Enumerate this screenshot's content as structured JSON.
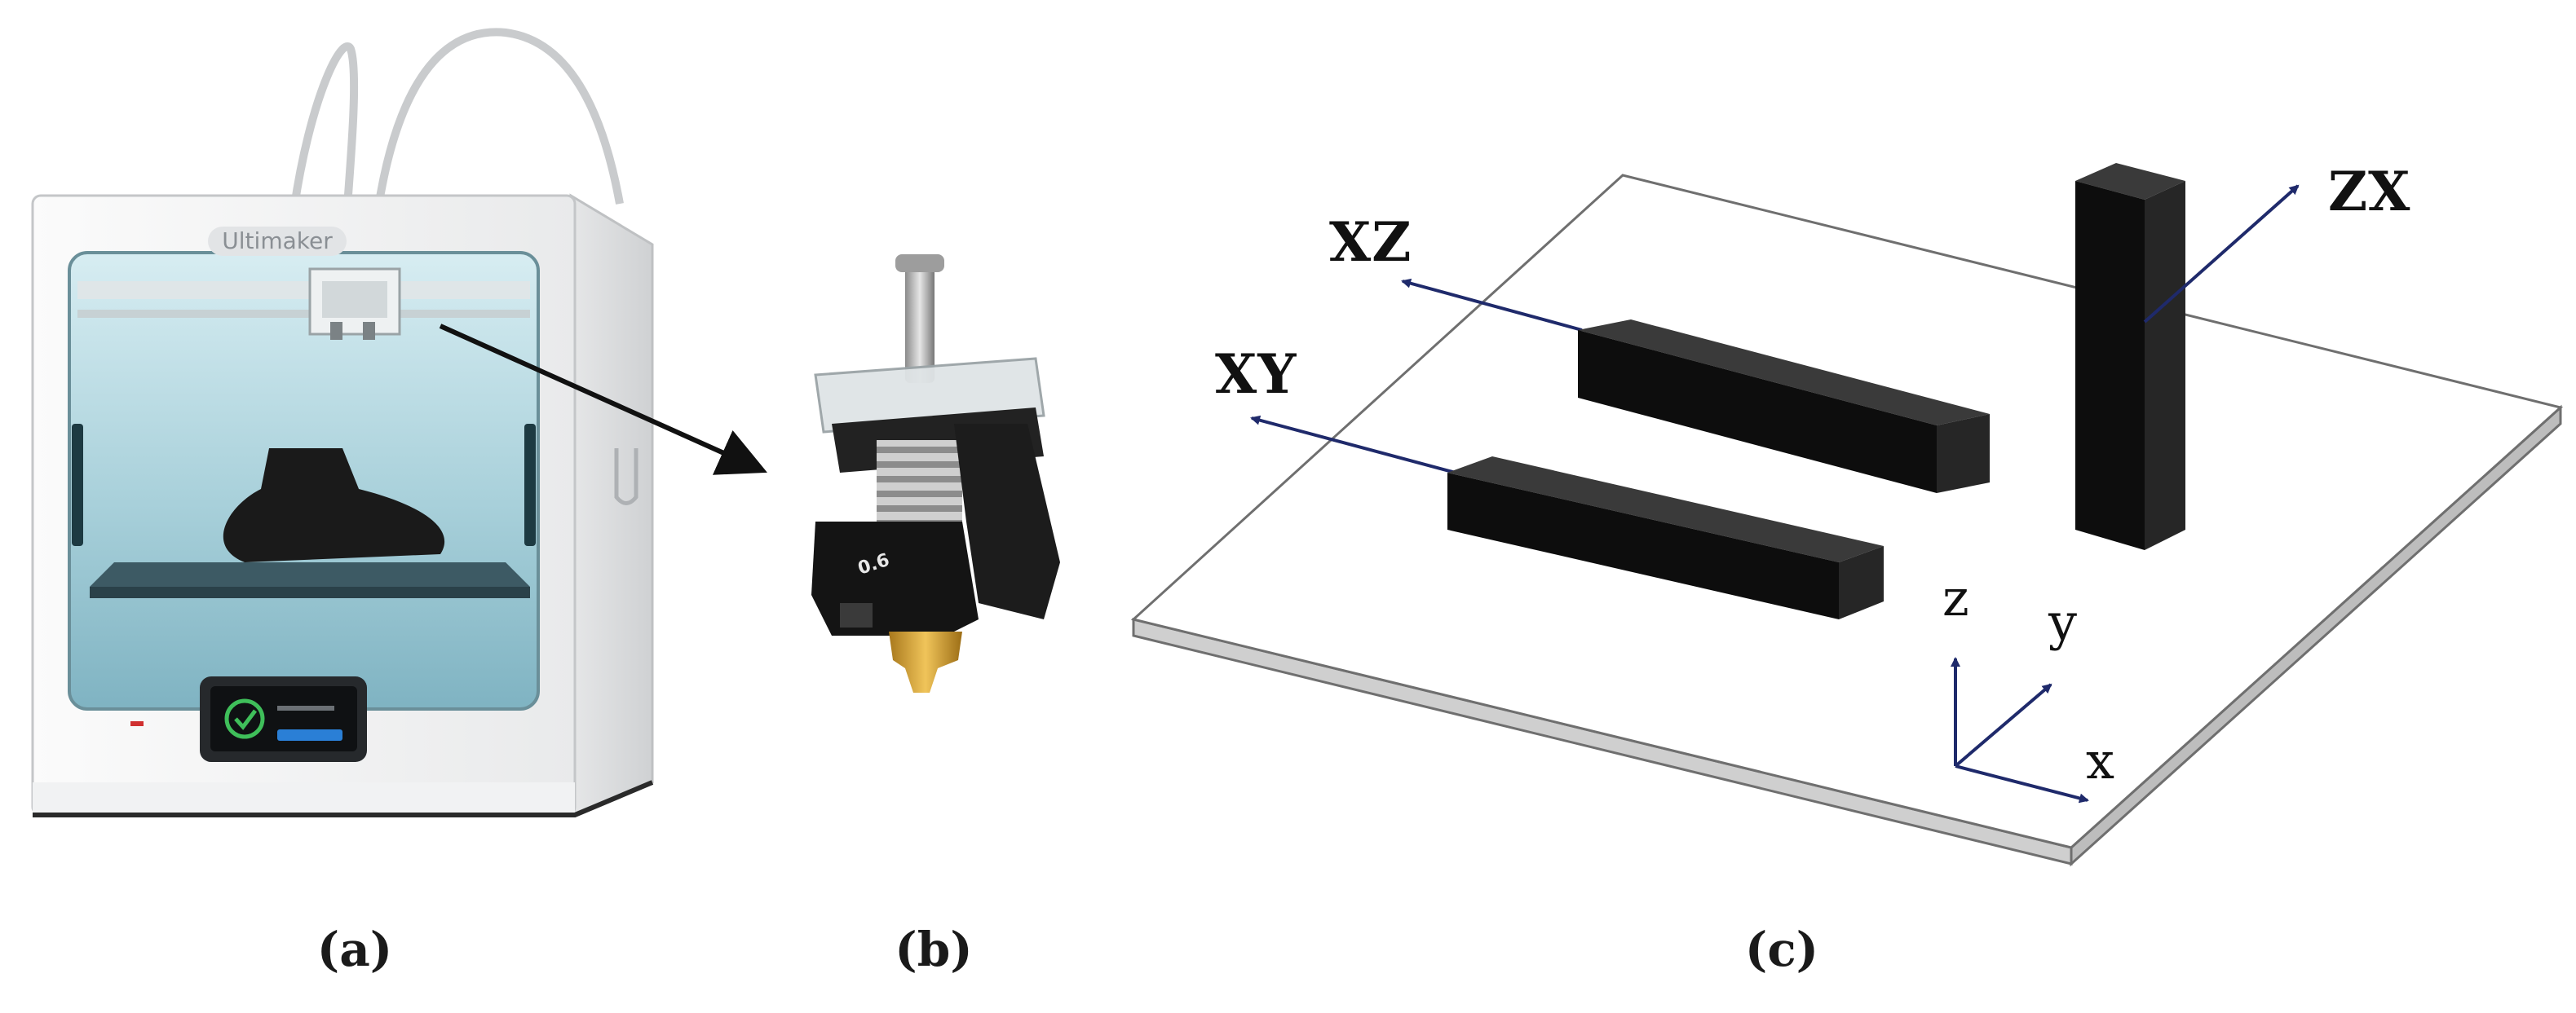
{
  "panels": {
    "a": {
      "caption": "(a)",
      "brand": "Ultimaker"
    },
    "b": {
      "caption": "(b)",
      "nozzle_size": "0.6"
    },
    "c": {
      "caption": "(c)",
      "orientations": [
        {
          "label": "XZ"
        },
        {
          "label": "XY"
        },
        {
          "label": "ZX"
        }
      ],
      "axes": {
        "z": "z",
        "y": "y",
        "x": "x"
      }
    }
  },
  "colors": {
    "printer_body": "#f4f5f6",
    "printer_window": "#a9d3dd",
    "specimen": "#111111",
    "axis_line": "#1f2a6b",
    "plate_edge": "#6f6f6f"
  }
}
